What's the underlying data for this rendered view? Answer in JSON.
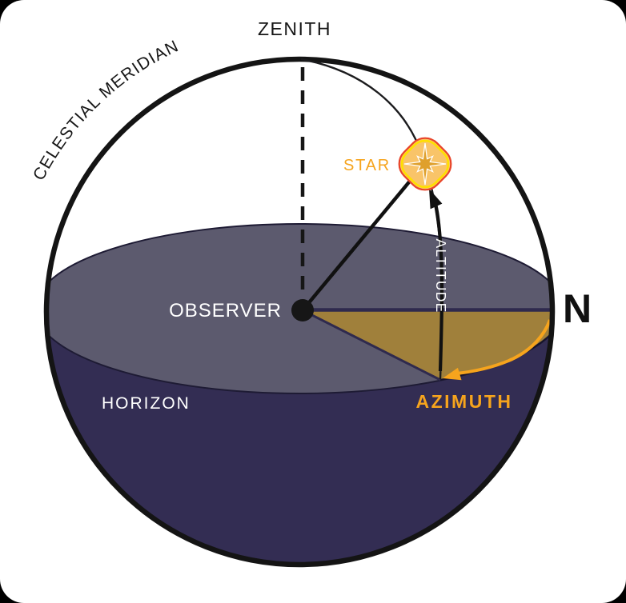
{
  "diagram": {
    "labels": {
      "zenith": "ZENITH",
      "celestial_meridian": "CELESTIAL MERIDIAN",
      "observer": "OBSERVER",
      "horizon": "HORIZON",
      "star": "STAR",
      "altitude": "ALTITUDE",
      "azimuth": "AZIMUTH",
      "north": "N"
    },
    "colors": {
      "background": "#000000",
      "sky": "#FFFFFF",
      "sphere_outline": "#141414",
      "horizon_plane": "#5C5A6E",
      "below_horizon": "#332D53",
      "azimuth_sector": "#A0803B",
      "accent_orange": "#F6A41D",
      "star_fill": "#F9C469",
      "star_ring": "#FFE000",
      "star_border": "#E8442A",
      "star_glyph": "#DFA02C",
      "text_dark": "#161616",
      "text_light": "#FFFFFF"
    }
  }
}
